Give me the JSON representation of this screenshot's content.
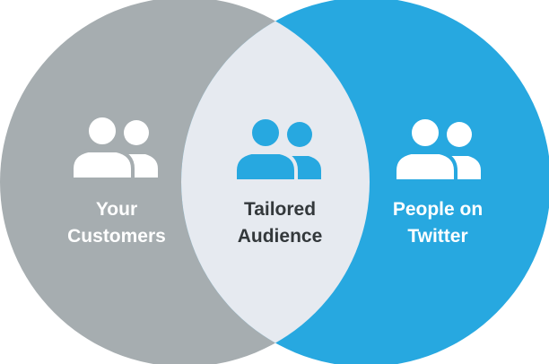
{
  "colors": {
    "left_circle": "#a6adb0",
    "right_circle": "#27a8e0",
    "overlap": "#e6eaf0",
    "left_icon": "#ffffff",
    "center_icon": "#27a8e0",
    "right_icon": "#ffffff",
    "left_text": "#ffffff",
    "center_text": "#33383b",
    "right_text": "#ffffff"
  },
  "left": {
    "icon": "people-icon",
    "label_line1": "Your",
    "label_line2": "Customers"
  },
  "center": {
    "icon": "people-icon",
    "label_line1": "Tailored",
    "label_line2": "Audience"
  },
  "right": {
    "icon": "people-icon",
    "label_line1": "People on",
    "label_line2": "Twitter"
  }
}
